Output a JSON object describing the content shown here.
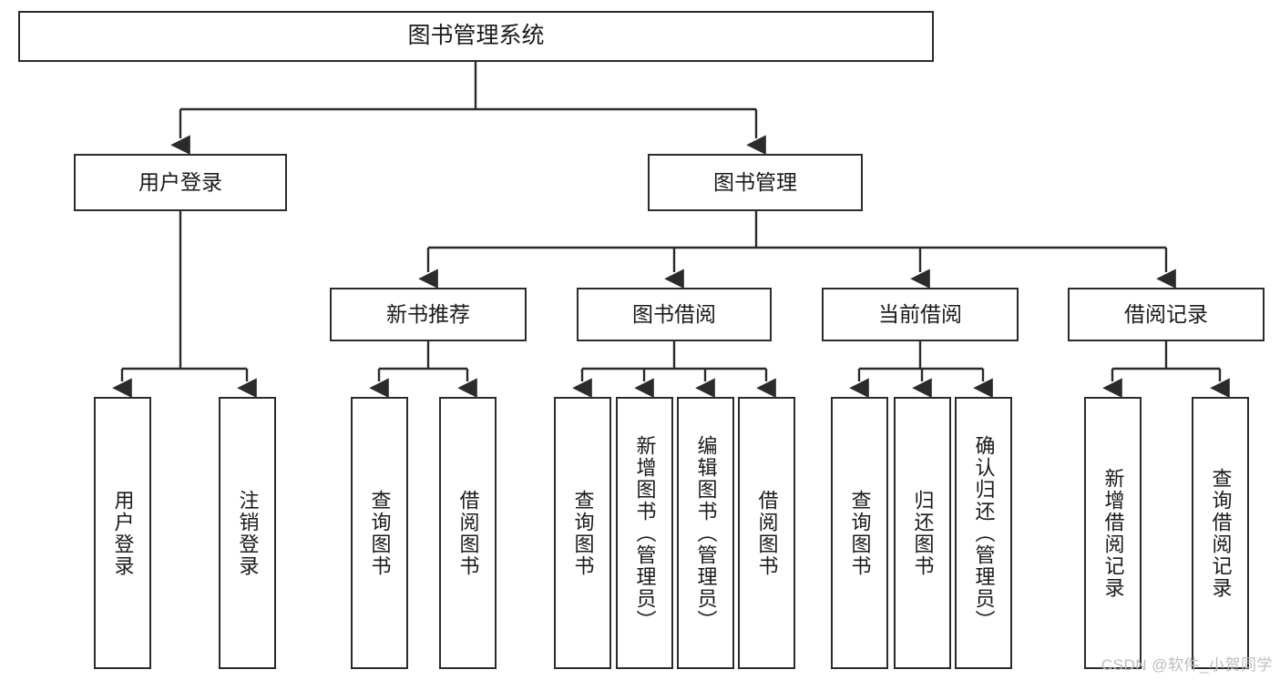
{
  "diagram": {
    "title": "图书管理系统",
    "type": "tree",
    "watermark": "CSDN @软件_小贺同学",
    "colors": {
      "box_border": "#2b2b2b",
      "box_fill": "#ffffff",
      "connector": "#2b2b2b",
      "text": "#1a1a1a",
      "watermark": "#bdbdbd"
    },
    "root": {
      "label": "图书管理系统"
    },
    "level1": [
      {
        "label": "用户登录"
      },
      {
        "label": "图书管理"
      }
    ],
    "level2": [
      {
        "label": "新书推荐"
      },
      {
        "label": "图书借阅"
      },
      {
        "label": "当前借阅"
      },
      {
        "label": "借阅记录"
      }
    ],
    "leaves": {
      "user_login": [
        {
          "label": "用户登录"
        },
        {
          "label": "注销登录"
        }
      ],
      "new_book": [
        {
          "label": "查询图书"
        },
        {
          "label": "借阅图书"
        }
      ],
      "book_borrow": [
        {
          "label": "查询图书"
        },
        {
          "label": "新增图书（管理员）"
        },
        {
          "label": "编辑图书（管理员）"
        },
        {
          "label": "借阅图书"
        }
      ],
      "current_borrow": [
        {
          "label": "查询图书"
        },
        {
          "label": "归还图书"
        },
        {
          "label": "确认归还（管理员）"
        }
      ],
      "borrow_record": [
        {
          "label": "新增借阅记录"
        },
        {
          "label": "查询借阅记录"
        }
      ]
    }
  }
}
